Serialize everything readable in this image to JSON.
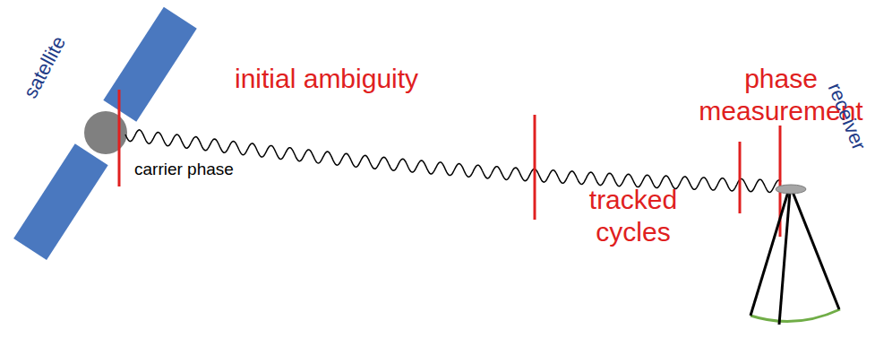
{
  "diagram": {
    "labels": [
      "satellite",
      "carrier phase",
      "initial ambiguity",
      "tracked cycles",
      "phase measurement",
      "receiver"
    ]
  }
}
